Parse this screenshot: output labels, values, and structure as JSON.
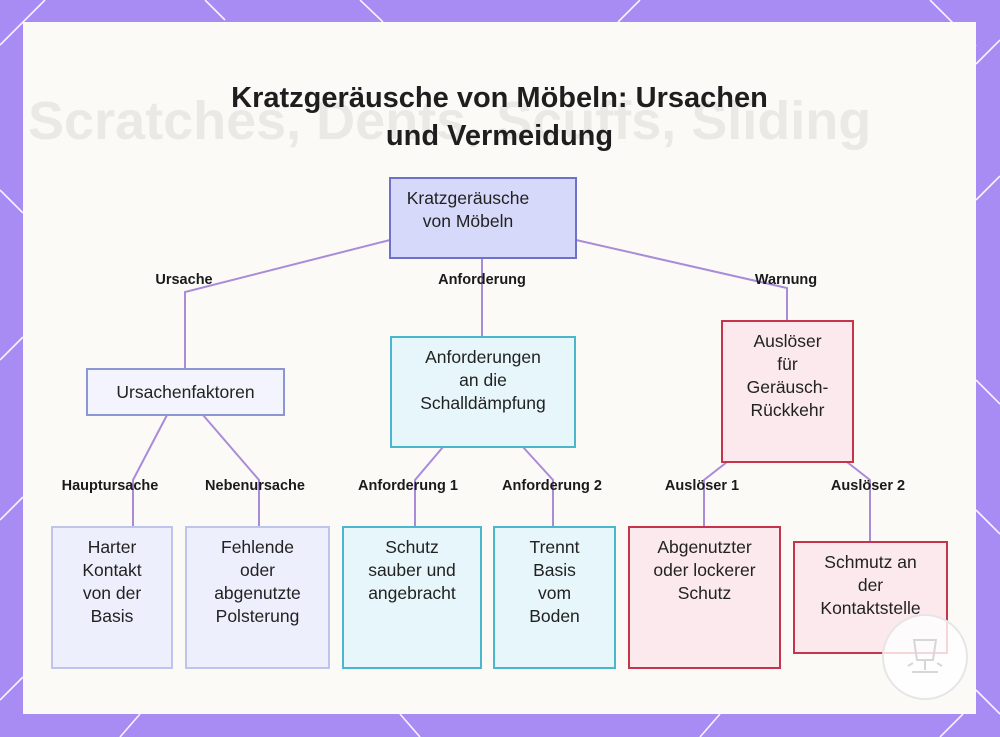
{
  "title": {
    "line1": "Kratzgeräusche von Möbeln: Ursachen",
    "line2": "und Vermeidung"
  },
  "nodes": {
    "root": "Kratzgeräusche von Möbeln",
    "causes": "Ursachenfaktoren",
    "requirements": "Anforderungen an die Schalldämpfung",
    "triggers": "Auslöser für Geräusch-Rückkehr",
    "hard_contact": "Harter Kontakt von der Basis",
    "missing_padding": "Fehlende oder abgenutzte Polsterung",
    "protection": "Schutz sauber und angebracht",
    "separates": "Trennt Basis vom Boden",
    "worn_protection": "Abgenutzter oder lockerer Schutz",
    "dirt": "Schmutz an der Kontaktstelle"
  },
  "edge_labels": {
    "cause": "Ursache",
    "requirement": "Anforderung",
    "warning": "Warnung",
    "main_cause": "Hauptursache",
    "secondary_cause": "Nebenursache",
    "requirement_1": "Anforderung 1",
    "requirement_2": "Anforderung 2",
    "trigger_1": "Auslöser 1",
    "trigger_2": "Auslöser 2"
  },
  "background_text": {
    "line1": "Scratches, Dents, Scuffs, Sliding"
  },
  "colors": {
    "frame": "#a98bf4",
    "connector": "#a98bd8",
    "root_fill": "#d7d9fb",
    "cause_border": "#8a97d2",
    "requirement_border": "#4ab7cc",
    "warning_border": "#c5344a"
  },
  "icons": {
    "logo": "furniture-pad-logo-icon"
  }
}
